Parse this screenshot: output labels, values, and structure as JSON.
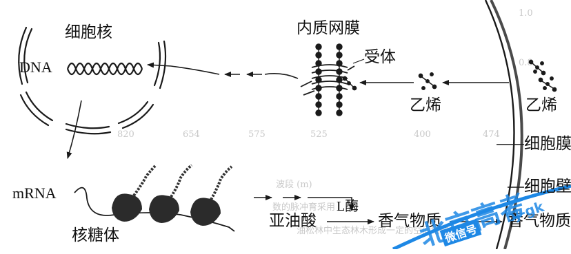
{
  "labels": {
    "nucleus": "细胞核",
    "dna": "DNA",
    "er": "内质网膜",
    "receptor": "受体",
    "ethylene_inner": "乙烯",
    "ethylene_outer": "乙烯",
    "membrane": "细胞膜",
    "wall": "细胞壁",
    "mrna": "mRNA",
    "ribosome": "核糖体",
    "linoleic": "亚油酸",
    "enzyme": "L酶",
    "aroma_inner": "香气物质",
    "aroma_outer": "香气物质"
  },
  "background_text": {
    "tick_1": "1.0",
    "tick_2": "0.8",
    "axis_1": "474",
    "axis_2": "400",
    "axis_3": "525",
    "axis_4": "575",
    "axis_5": "654",
    "axis_6": "820",
    "unit": "波段 (m)",
    "line_1": "数的脉冲育采用",
    "line_2": "油松林中生态林木形成一定的空间结构，根据"
  },
  "watermark": {
    "line_1": "北京高考",
    "line_2": "微信号",
    "line_3": "bj-gk"
  },
  "colors": {
    "ink": "#1a1a1a",
    "watermark": "#1e88e5"
  }
}
